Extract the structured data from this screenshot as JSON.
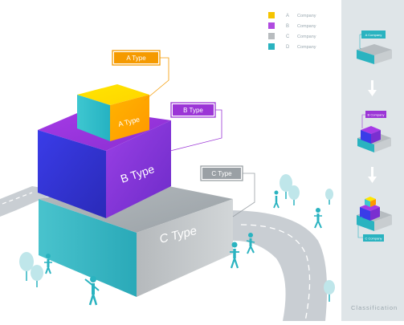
{
  "main_labels": {
    "a_callout": "A Type",
    "b_callout": "B Type",
    "c_callout": "C Type",
    "a_face": "A  Type",
    "b_face": "B  Type",
    "c_face": "C  Type"
  },
  "legend": [
    {
      "letter": "A",
      "name": "Company",
      "color": "#f5c400"
    },
    {
      "letter": "B",
      "name": "Company",
      "color": "#b04be0"
    },
    {
      "letter": "C",
      "name": "Company",
      "color": "#b8bcbf"
    },
    {
      "letter": "D",
      "name": "Company",
      "color": "#2ab3c0"
    }
  ],
  "side_panel": {
    "title": "Classification",
    "step_labels": [
      "A  Company",
      "B  Company",
      "C  Company"
    ]
  },
  "colors": {
    "accent_orange": "#f59a00",
    "accent_purple": "#9b35d6",
    "accent_gray": "#9aa0a5",
    "teal": "#2ab3c0",
    "panel_bg": "#dfe5e8",
    "road": "#c9ced3"
  },
  "icons": [
    "person-icon",
    "tree-icon",
    "arrow-down-icon"
  ]
}
